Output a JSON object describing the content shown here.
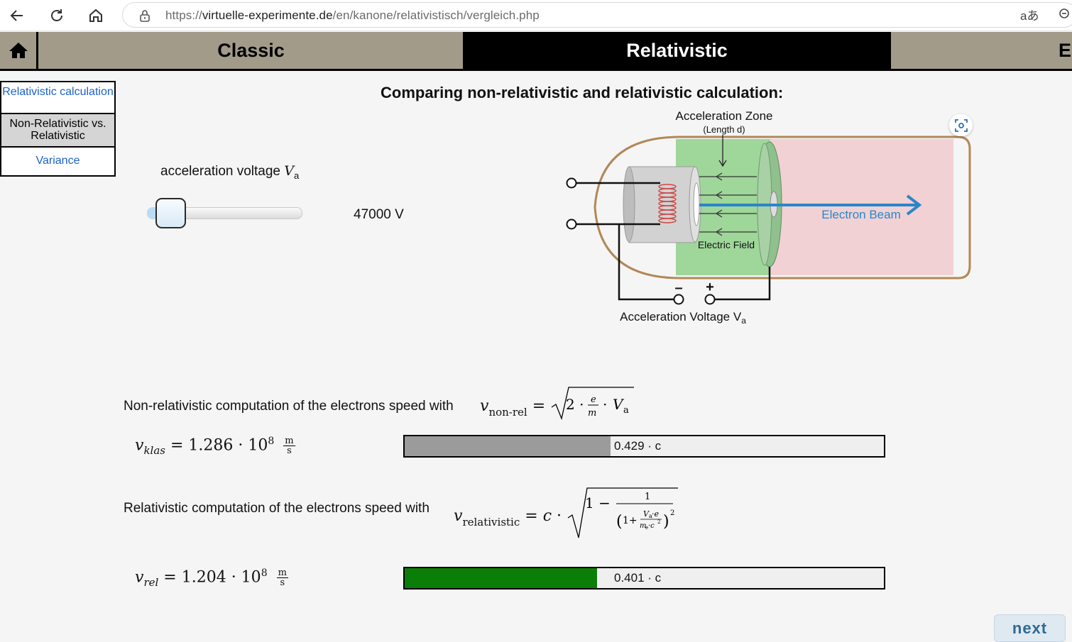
{
  "browser": {
    "url_prefix": "https://",
    "url_host": "virtuelle-experimente.de",
    "url_path": "/en/kanone/relativistisch/vergleich.php",
    "translate_glyph": "aあ"
  },
  "tabs": {
    "classic": "Classic",
    "relativistic": "Relativistic",
    "cut_off": "E"
  },
  "side_menu": [
    {
      "label": "Relativistic calculation",
      "state": "link"
    },
    {
      "label": "Non-Relativistic vs. Relativistic",
      "state": "active"
    },
    {
      "label": "Variance",
      "state": "link"
    }
  ],
  "heading": "Comparing non-relativistic and relativistic calculation:",
  "control": {
    "label": "acceleration voltage",
    "label_symbol": "V",
    "label_sub": "a",
    "value": "47000 V",
    "slider_fraction": 0.05
  },
  "diagram": {
    "zone_title": "Acceleration Zone",
    "zone_sub": "(Length d)",
    "field": "Electric Field",
    "beam": "Electron Beam",
    "minus": "–",
    "plus": "+",
    "voltage_label": "Acceleration Voltage V",
    "voltage_sub": "a"
  },
  "nonrel": {
    "text": "Non-relativistic computation of the electrons speed with",
    "result_symbol": "v",
    "result_sub": "klas",
    "result_value": "= 1.286 · 10",
    "result_exp": "8",
    "bar_label": "0.429 · c",
    "bar_fraction": 0.429,
    "bar_color": "#9b9b9b"
  },
  "rel": {
    "text": "Relativistic computation of the electrons speed with",
    "result_symbol": "v",
    "result_sub": "rel",
    "result_value": "= 1.204 · 10",
    "result_exp": "8",
    "bar_label": "0.401 · c",
    "bar_fraction": 0.401,
    "bar_color": "#0a7e07"
  },
  "units": {
    "num": "m",
    "den": "s"
  },
  "next": "next"
}
